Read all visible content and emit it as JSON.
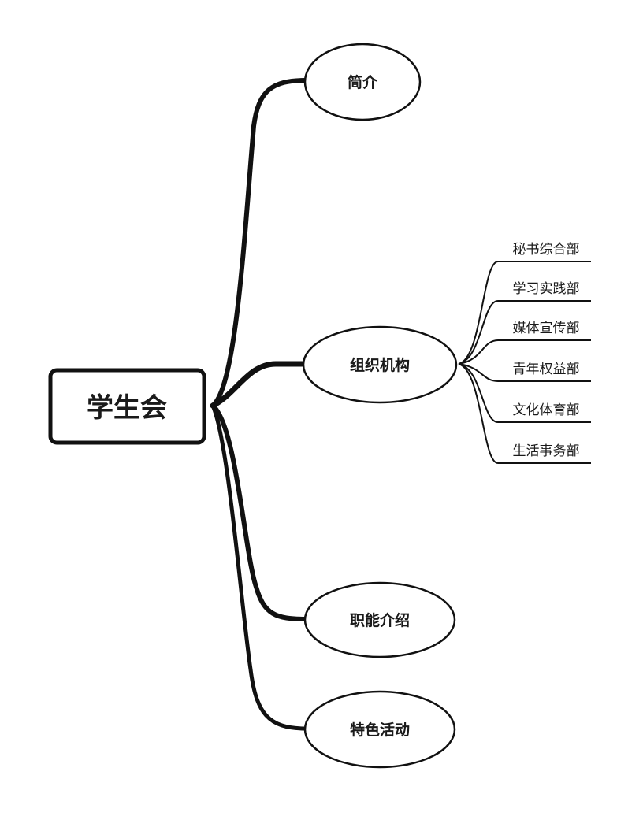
{
  "root": {
    "label": "学生会"
  },
  "branches": [
    {
      "id": "intro",
      "label": "简介"
    },
    {
      "id": "org",
      "label": "组织机构",
      "children": [
        "秘书综合部",
        "学习实践部",
        "媒体宣传部",
        "青年权益部",
        "文化体育部",
        "生活事务部"
      ]
    },
    {
      "id": "duties",
      "label": "职能介绍"
    },
    {
      "id": "activities",
      "label": "特色活动"
    }
  ]
}
